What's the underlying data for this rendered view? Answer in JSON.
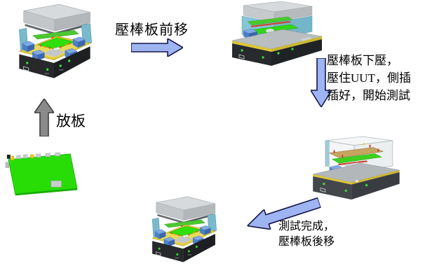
{
  "diagram": {
    "type": "process-flow",
    "subject": "pcb-test-fixture-cycle",
    "labels": {
      "load_board": "放板",
      "bar_forward": "壓棒板前移",
      "press_start_test": "壓棒板下壓，\n壓住UUT，側插\n插好，開始測試",
      "test_done_bar_back": "測試完成，\n壓棒板後移"
    },
    "stages": [
      {
        "icon": "fixture-open-image",
        "step": 1
      },
      {
        "icon": "fixture-bar-forward-image",
        "step": 2
      },
      {
        "icon": "fixture-pressed-image",
        "step": 3
      },
      {
        "icon": "fixture-open-image",
        "step": 4
      },
      {
        "icon": "pcb-board-image",
        "step": 0
      }
    ]
  },
  "colors": {
    "background": "#ffffff",
    "text": "#000000",
    "arrow_blue_fill": "#9fb4f2",
    "arrow_blue_stroke": "#15154a",
    "arrow_gray_fill": "#8a8a8a",
    "arrow_gray_stroke": "#3f3f3f",
    "machine_lid_gray": "#d6dadc",
    "machine_side_teal": "#79b9cc",
    "machine_tray_yellow": "#dfcb3c",
    "machine_pcb_green": "#2ee00c",
    "machine_block_blue": "#4d7fc8",
    "machine_panel_black": "#26282b",
    "led_green": "#35d435",
    "press_plate_tan": "#c7a45f",
    "loose_pcb_green": "#28dd05"
  }
}
